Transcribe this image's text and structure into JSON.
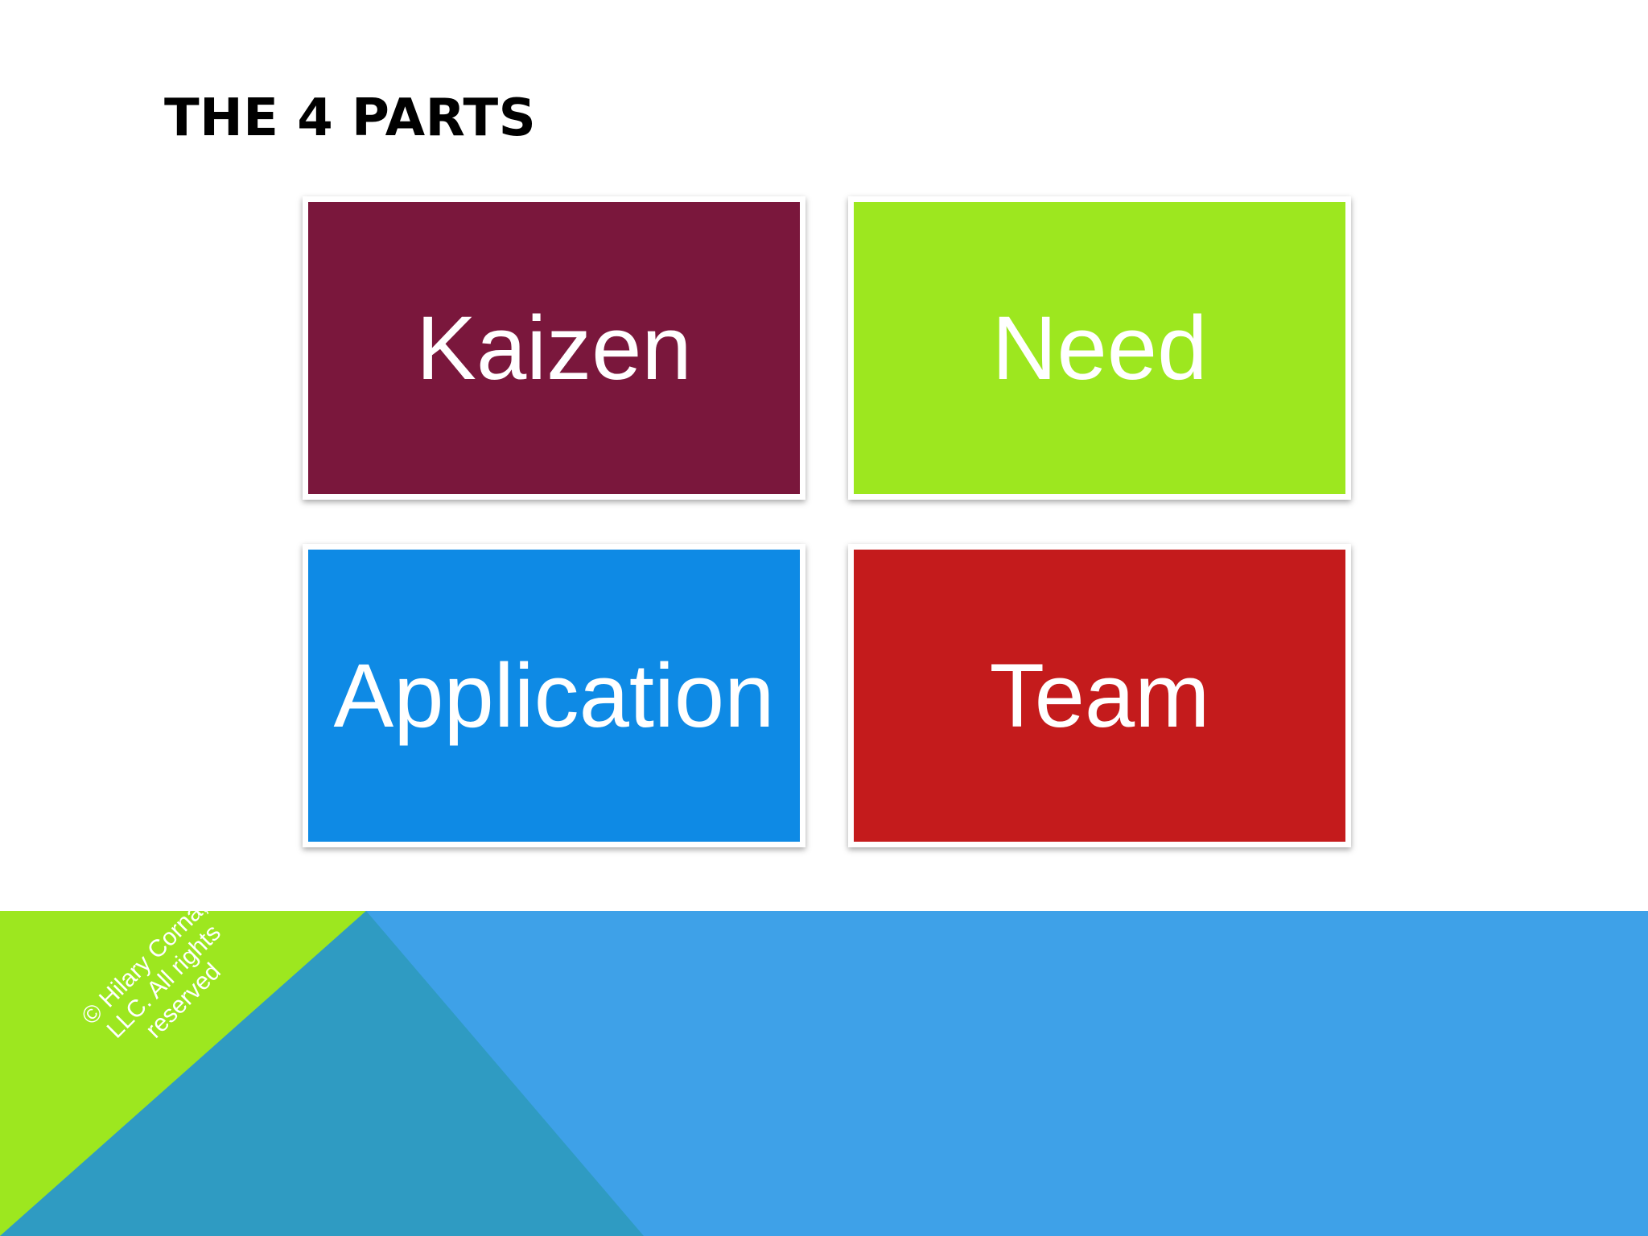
{
  "slide": {
    "title": "THE 4 PARTS"
  },
  "tiles": [
    {
      "label": "Kaizen",
      "color": "#7a173c"
    },
    {
      "label": "Need",
      "color": "#9de71f"
    },
    {
      "label": "Application",
      "color": "#0e8ae5"
    },
    {
      "label": "Team",
      "color": "#c41b1c"
    }
  ],
  "footer": {
    "band_color": "#3ea1e8",
    "green_color": "#9de71f",
    "teal_color": "#2f9bc2",
    "copyright_lines": [
      "© Hilary Corna,",
      "LLC. All rights",
      "reserved"
    ]
  }
}
